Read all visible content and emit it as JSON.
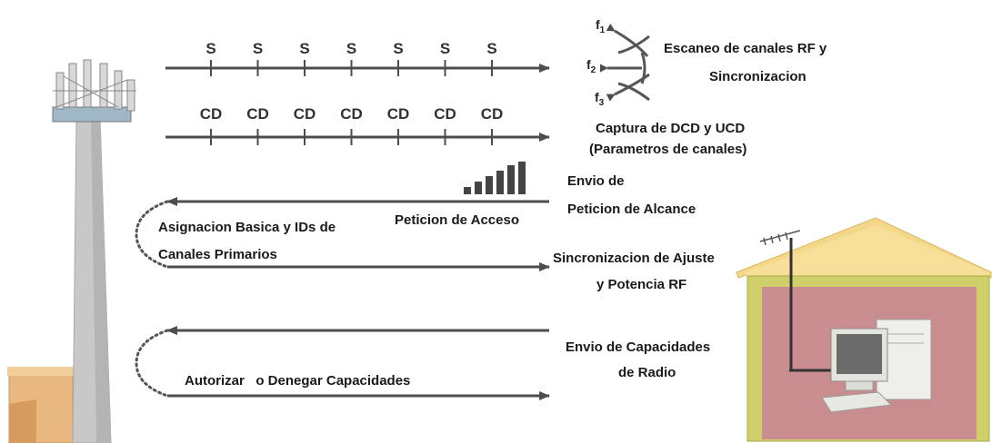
{
  "colors": {
    "arrow": "#4d4d4d",
    "tower": "#c8c8c8",
    "house_roof": "#f5d78a",
    "house_wall": "#c98d90",
    "house_frame": "#cfcf6a",
    "shelter": "#e8b880"
  },
  "scan_ticks": [
    "S",
    "S",
    "S",
    "S",
    "S",
    "S",
    "S"
  ],
  "cd_ticks": [
    "CD",
    "CD",
    "CD",
    "CD",
    "CD",
    "CD",
    "CD"
  ],
  "freq": {
    "f1": {
      "base": "f",
      "sub": "1"
    },
    "f2": {
      "base": "f",
      "sub": "2"
    },
    "f3": {
      "base": "f",
      "sub": "3"
    }
  },
  "labels": {
    "scan_l1": "Escaneo de canales RF y",
    "scan_l2": "Sincronizacion",
    "capture_l1": "Captura de DCD  y UCD",
    "capture_l2": "(Parametros de canales)",
    "envio_l1": "Envio de",
    "envio_l2": "Peticion de  Alcance",
    "peticion_acceso": "Peticion de Acceso",
    "asignacion_l1": "Asignacion Basica y IDs de",
    "asignacion_l2": "Canales Primarios",
    "sinc_l1": "Sincronizacion de Ajuste",
    "sinc_l2": "y Potencia RF",
    "capac_l1": "Envio de Capacidades",
    "capac_l2": "de Radio",
    "autorizar": "Autorizar   o Denegar Capacidades"
  }
}
